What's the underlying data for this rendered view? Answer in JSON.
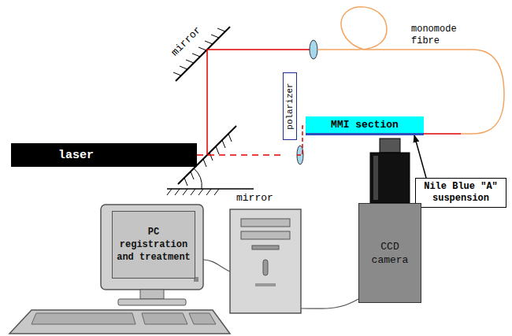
{
  "diagram": {
    "nodes": [
      {
        "text": [
          "laser"
        ]
      },
      {
        "text": [
          "polarizer"
        ]
      },
      {
        "text": [
          "MMI section"
        ]
      },
      {
        "text": [
          "Nile Blue \"A\" suspension"
        ]
      },
      {
        "text": [
          "CCD camera"
        ]
      },
      {
        "text": [
          "PC registration and treatment"
        ]
      }
    ],
    "edges": [
      {
        "from": 0,
        "to": 1,
        "arrow": "none"
      },
      {
        "from": 1,
        "to": 2,
        "arrow": "none"
      },
      {
        "from": 3,
        "to": 2,
        "arrow": "to"
      }
    ],
    "labels": [
      "mirror",
      "mirror",
      "monomode fibre"
    ]
  }
}
